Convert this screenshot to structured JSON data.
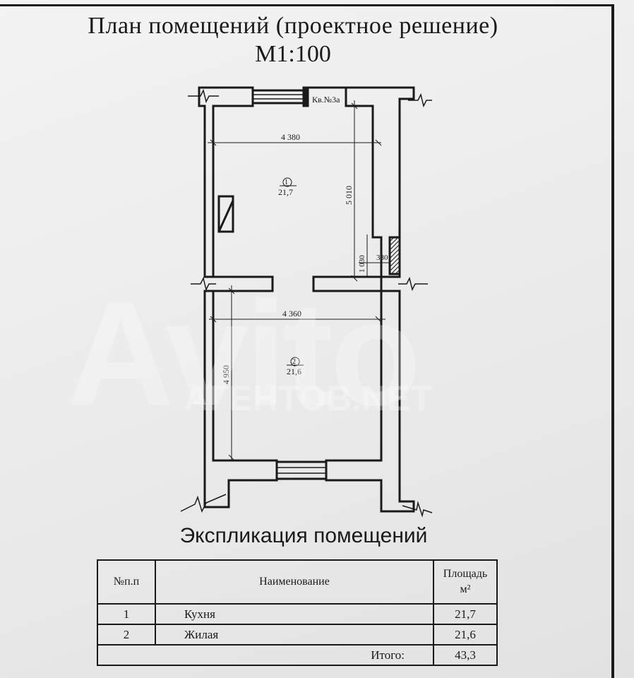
{
  "header": {
    "title": "План помещений (проектное решение)",
    "scale": "М1:100"
  },
  "plan": {
    "neighbor_label": "Кв.№3а",
    "room1": {
      "number": "1",
      "area": "21,7",
      "width_dim": "4 380",
      "length_dim": "5 010"
    },
    "small_dims": {
      "length": "1 030",
      "width": "380"
    },
    "room2": {
      "number": "2",
      "area": "21,6",
      "width_dim": "4 360",
      "length_dim": "4 950"
    }
  },
  "watermark": {
    "brand": "Avito",
    "site": "АГЕНТОВ.NET"
  },
  "explication": {
    "title": "Экспликация помещений",
    "headers": {
      "num": "№п.п",
      "name": "Наименование",
      "area": "Площадь",
      "area_unit": "м²"
    },
    "rows": [
      {
        "num": "1",
        "name": "Кухня",
        "area": "21,7"
      },
      {
        "num": "2",
        "name": "Жилая",
        "area": "21,6"
      }
    ],
    "total_label": "Итого:",
    "total_value": "43,3"
  }
}
